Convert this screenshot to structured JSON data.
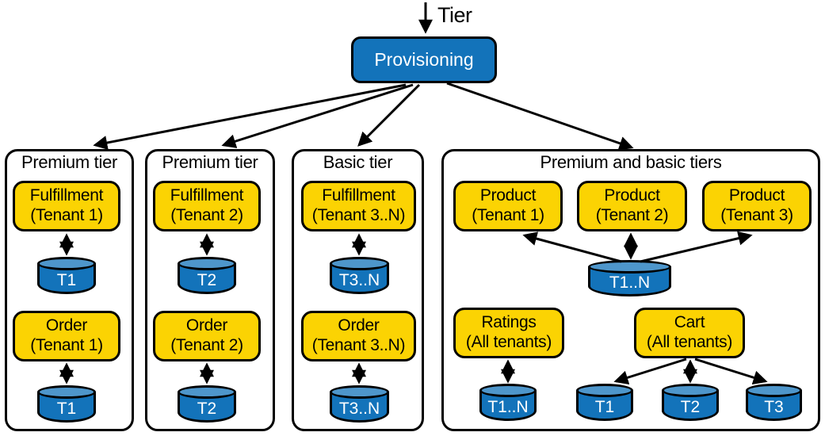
{
  "colors": {
    "blue": "#1373BA",
    "blue_light": "#4E96CB",
    "yellow": "#FBD303",
    "stroke": "#000000",
    "bg": "#FFFFFF"
  },
  "top": {
    "tier_label": "Tier",
    "provisioning_label": "Provisioning"
  },
  "containers": [
    {
      "title": "Premium tier",
      "services": [
        {
          "line1": "Fulfillment",
          "line2": "(Tenant 1)",
          "db": "T1"
        },
        {
          "line1": "Order",
          "line2": "(Tenant 1)",
          "db": "T1"
        }
      ]
    },
    {
      "title": "Premium tier",
      "services": [
        {
          "line1": "Fulfillment",
          "line2": "(Tenant 2)",
          "db": "T2"
        },
        {
          "line1": "Order",
          "line2": "(Tenant 2)",
          "db": "T2"
        }
      ]
    },
    {
      "title": "Basic tier",
      "services": [
        {
          "line1": "Fulfillment",
          "line2": "(Tenant 3..N)",
          "db": "T3..N"
        },
        {
          "line1": "Order",
          "line2": "(Tenant 3..N)",
          "db": "T3..N"
        }
      ]
    },
    {
      "title": "Premium and basic tiers",
      "products": [
        {
          "line1": "Product",
          "line2": "(Tenant 1)"
        },
        {
          "line1": "Product",
          "line2": "(Tenant 2)"
        },
        {
          "line1": "Product",
          "line2": "(Tenant 3)"
        }
      ],
      "shared_db": "T1..N",
      "ratings": {
        "line1": "Ratings",
        "line2": "(All tenants)",
        "db": "T1..N"
      },
      "cart": {
        "line1": "Cart",
        "line2": "(All tenants)",
        "dbs": [
          "T1",
          "T2",
          "T3"
        ]
      }
    }
  ]
}
